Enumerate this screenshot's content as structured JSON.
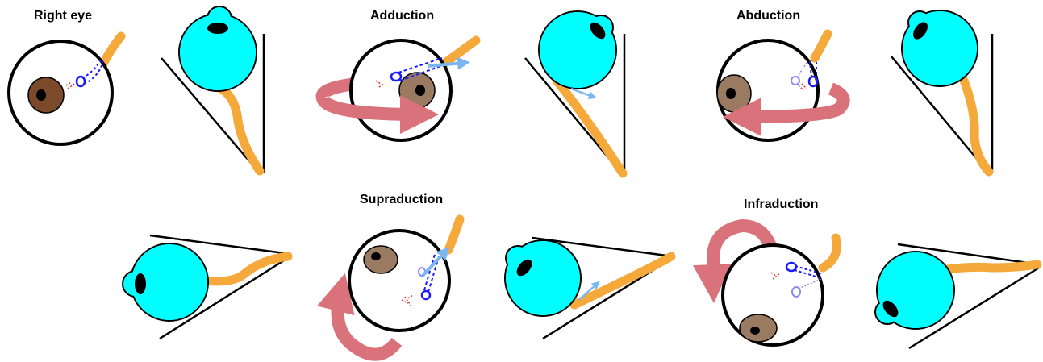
{
  "labels": {
    "right_eye": "Right eye",
    "adduction": "Adduction",
    "abduction": "Abduction",
    "supraduction": "Supraduction",
    "infraduction": "Infraduction"
  },
  "colors": {
    "sclera_outline": "#000000",
    "iris": "#7a4a2a",
    "iris_faded": "#9b7a62",
    "pupil": "#000000",
    "globe": "#00ffff",
    "nerve": "#f5a93a",
    "arrow": "#d9727a",
    "muscle": "#1a1aff",
    "muscle_faded": "#8a8aff",
    "vessel": "#e0302a",
    "small_arrow": "#7ab7f0"
  }
}
